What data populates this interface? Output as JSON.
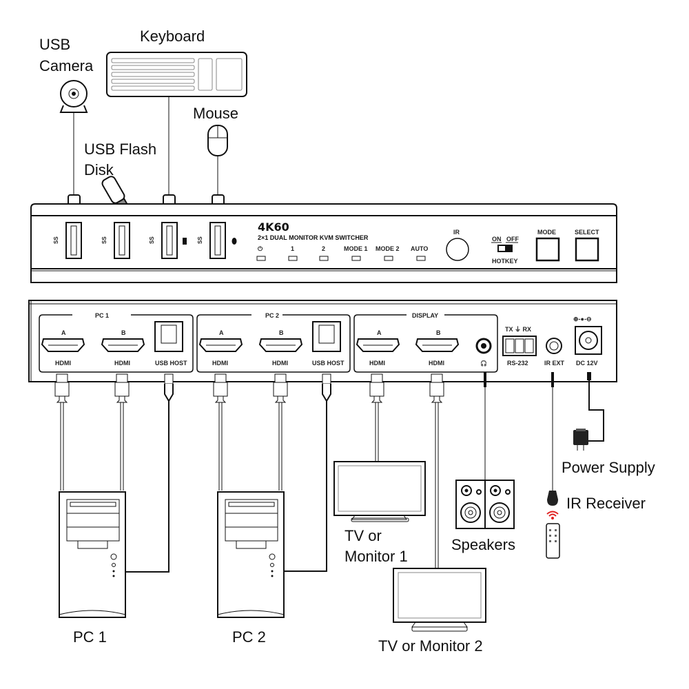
{
  "title": "4K60 2x1 Dual Monitor KVM Switcher connection diagram",
  "colors": {
    "line": "#111111",
    "ir_signal": "#e02020",
    "background": "#ffffff"
  },
  "peripherals": {
    "usb_camera": "USB\nCamera",
    "usb_camera_line1": "USB",
    "usb_camera_line2": "Camera",
    "keyboard": "Keyboard",
    "mouse": "Mouse",
    "usb_flash_line1": "USB Flash",
    "usb_flash_line2": "Disk"
  },
  "front_panel": {
    "model": "4K60",
    "subtitle": "2×1 DUAL MONITOR KVM SWITCHER",
    "usb_ports": [
      "SS",
      "SS",
      "SS",
      "SS"
    ],
    "leds": [
      {
        "label": "⏻",
        "name": "power"
      },
      {
        "label": "1",
        "name": "pc1"
      },
      {
        "label": "2",
        "name": "pc2"
      },
      {
        "label": "MODE 1",
        "name": "mode1"
      },
      {
        "label": "MODE 2",
        "name": "mode2"
      },
      {
        "label": "AUTO",
        "name": "auto"
      }
    ],
    "ir_label": "IR",
    "hotkey": {
      "on": "ON",
      "off": "OFF",
      "label": "HOTKEY"
    },
    "mode_button": "MODE",
    "select_button": "SELECT"
  },
  "rear_panel": {
    "groups": [
      {
        "title": "PC 1",
        "ports": [
          "A",
          "B"
        ],
        "port_label": "HDMI",
        "usb": "USB HOST"
      },
      {
        "title": "PC 2",
        "ports": [
          "A",
          "B"
        ],
        "port_label": "HDMI",
        "usb": "USB HOST"
      },
      {
        "title": "DISPLAY",
        "ports": [
          "A",
          "B"
        ],
        "port_label": "HDMI",
        "audio": "🎧"
      }
    ],
    "rs232": {
      "top": "TX ⏚ RX",
      "label": "RS-232"
    },
    "ir_ext": "IR EXT",
    "dc": {
      "polarity": "⊕-●-⊖",
      "label": "DC 12V"
    }
  },
  "devices": {
    "pc1": "PC 1",
    "pc2": "PC 2",
    "monitor1_line1": "TV or",
    "monitor1_line2": "Monitor 1",
    "monitor2": "TV or Monitor 2",
    "speakers": "Speakers",
    "power_supply": "Power Supply",
    "ir_receiver": "IR Receiver"
  }
}
